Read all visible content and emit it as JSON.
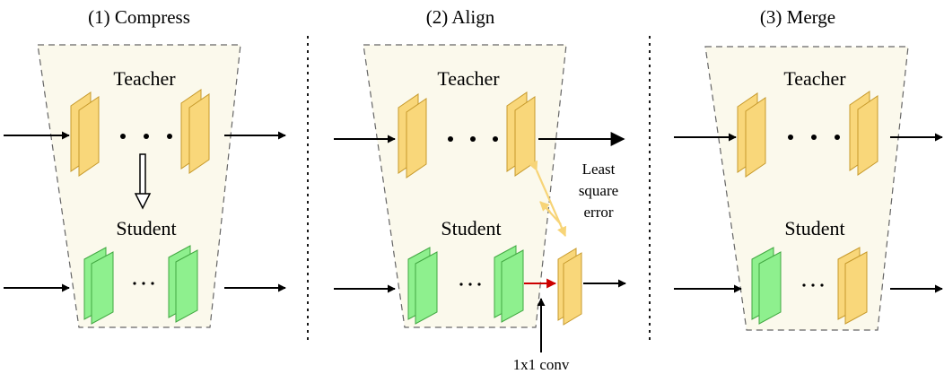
{
  "panels": [
    {
      "title": "(1) Compress",
      "teacher_label": "Teacher",
      "student_label": "Student"
    },
    {
      "title": "(2) Align",
      "teacher_label": "Teacher",
      "student_label": "Student"
    },
    {
      "title": "(3) Merge",
      "teacher_label": "Teacher",
      "student_label": "Student"
    }
  ],
  "annotations": {
    "least_square_error": [
      "Least",
      "square",
      "error"
    ],
    "conv": "1x1 conv"
  },
  "colors": {
    "panel_fill": "#fbf9ec",
    "teacher_layer": "#f9d77a",
    "teacher_layer_stroke": "#c79a2c",
    "student_layer": "#8ef08e",
    "student_layer_stroke": "#42a842",
    "lse_arrow": "#f7d477",
    "conv_arrow": "#cc0000"
  }
}
